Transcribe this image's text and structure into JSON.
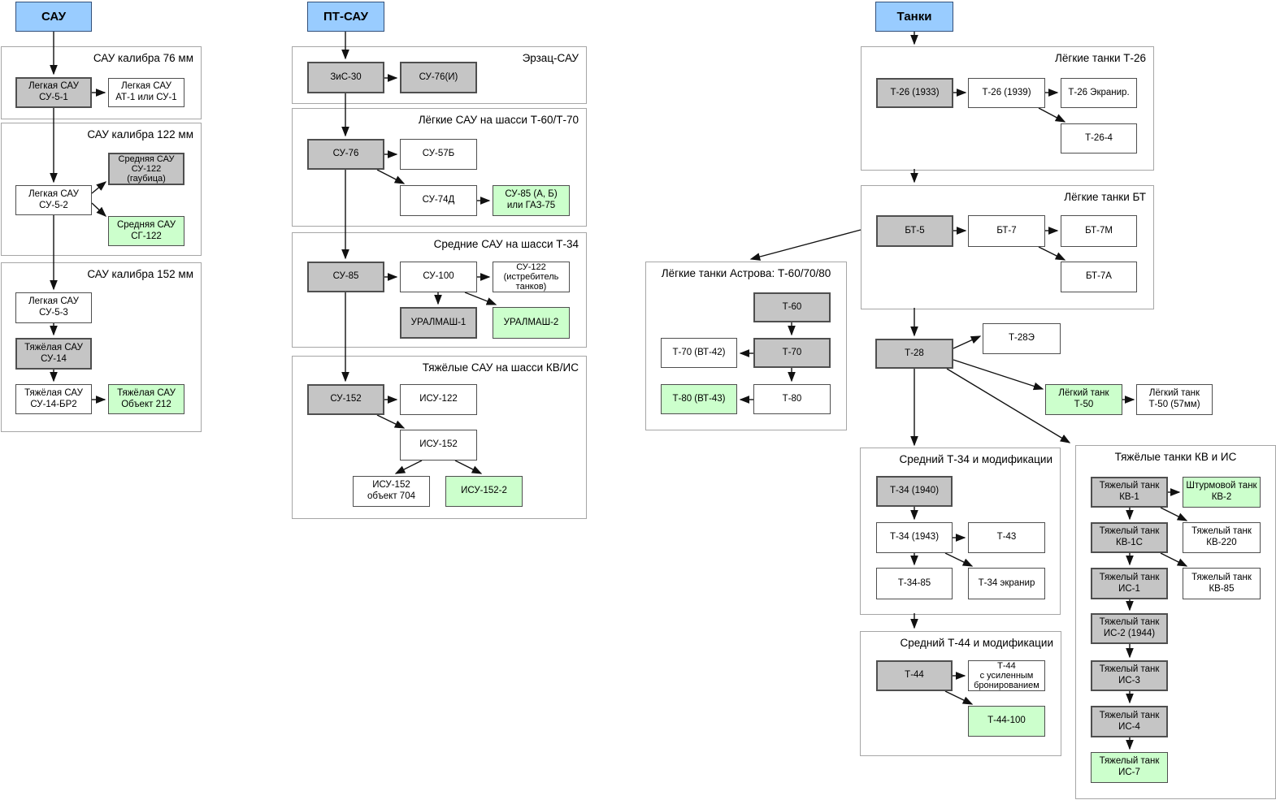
{
  "colors": {
    "header_fill": "#99CCFF",
    "gray_fill": "#C5C5C5",
    "green_fill": "#CCFFCC",
    "white_fill": "#FFFFFF",
    "node_border": "#4F4F4F",
    "group_border": "#A6A6A6",
    "arrow": "#111111"
  },
  "headers": {
    "sau": "САУ",
    "ptsau": "ПТ-САУ",
    "tanks": "Танки"
  },
  "groups": {
    "sau76": {
      "title": "САУ калибра 76 мм"
    },
    "sau122": {
      "title": "САУ калибра 122 мм"
    },
    "sau152": {
      "title": "САУ калибра 152 мм"
    },
    "ersatz": {
      "title": "Эрзац-САУ"
    },
    "lightsau": {
      "title": "Лёгкие САУ на шасси Т-60/Т-70"
    },
    "medsau": {
      "title": "Средние САУ на шасси Т-34"
    },
    "heavysau": {
      "title": "Тяжёлые САУ на шасси КВ/ИС"
    },
    "t26": {
      "title": "Лёгкие танки Т-26"
    },
    "bt": {
      "title": "Лёгкие танки БТ"
    },
    "astrov": {
      "title": "Лёгкие танки Астрова: Т-60/70/80"
    },
    "t34": {
      "title": "Средний Т-34 и модификации"
    },
    "t44": {
      "title": "Средний Т-44 и модификации"
    },
    "kvis": {
      "title": "Тяжёлые танки КВ и ИС"
    }
  },
  "nodes": {
    "su51": {
      "label": "Легкая САУ\nСУ-5-1",
      "type": "gray"
    },
    "at1": {
      "label": "Легкая САУ\nАТ-1 или СУ-1",
      "type": "white"
    },
    "su122g": {
      "label": "Средняя САУ\nСУ-122\n(гаубица)",
      "type": "gray"
    },
    "su52": {
      "label": "Легкая САУ\nСУ-5-2",
      "type": "white"
    },
    "sg122": {
      "label": "Средняя САУ\nСГ-122",
      "type": "green"
    },
    "su53": {
      "label": "Легкая САУ\nСУ-5-3",
      "type": "white"
    },
    "su14": {
      "label": "Тяжёлая САУ\nСУ-14",
      "type": "gray"
    },
    "su14br2": {
      "label": "Тяжёлая САУ\nСУ-14-БР2",
      "type": "white"
    },
    "obj212": {
      "label": "Тяжёлая САУ\nОбъект 212",
      "type": "green"
    },
    "zis30": {
      "label": "ЗиС-30",
      "type": "gray"
    },
    "su76i": {
      "label": "СУ-76(И)",
      "type": "gray"
    },
    "su76": {
      "label": "СУ-76",
      "type": "gray"
    },
    "su57b": {
      "label": "СУ-57Б",
      "type": "white"
    },
    "su74d": {
      "label": "СУ-74Д",
      "type": "white"
    },
    "su85ab": {
      "label": "СУ-85 (А, Б)\nили ГАЗ-75",
      "type": "green"
    },
    "su85": {
      "label": "СУ-85",
      "type": "gray"
    },
    "su100": {
      "label": "СУ-100",
      "type": "white"
    },
    "su122it": {
      "label": "СУ-122\n(истребитель\nтанков)",
      "type": "white"
    },
    "uralmash1": {
      "label": "УРАЛМАШ-1",
      "type": "gray"
    },
    "uralmash2": {
      "label": "УРАЛМАШ-2",
      "type": "green"
    },
    "su152": {
      "label": "СУ-152",
      "type": "gray"
    },
    "isu122": {
      "label": "ИСУ-122",
      "type": "white"
    },
    "isu152": {
      "label": "ИСУ-152",
      "type": "white"
    },
    "isu704": {
      "label": "ИСУ-152\nобъект 704",
      "type": "white"
    },
    "isu1522": {
      "label": "ИСУ-152-2",
      "type": "green"
    },
    "t26_1933": {
      "label": "Т-26 (1933)",
      "type": "gray"
    },
    "t26_1939": {
      "label": "Т-26 (1939)",
      "type": "white"
    },
    "t26_ekr": {
      "label": "Т-26 Экранир.",
      "type": "white"
    },
    "t26_4": {
      "label": "Т-26-4",
      "type": "white"
    },
    "bt5": {
      "label": "БТ-5",
      "type": "gray"
    },
    "bt7": {
      "label": "БТ-7",
      "type": "white"
    },
    "bt7m": {
      "label": "БТ-7М",
      "type": "white"
    },
    "bt7a": {
      "label": "БТ-7А",
      "type": "white"
    },
    "t60": {
      "label": "Т-60",
      "type": "gray"
    },
    "t70bt42": {
      "label": "Т-70 (ВТ-42)",
      "type": "white"
    },
    "t70": {
      "label": "Т-70",
      "type": "gray"
    },
    "t80bt43": {
      "label": "Т-80 (ВТ-43)",
      "type": "green"
    },
    "t80": {
      "label": "Т-80",
      "type": "white"
    },
    "t28": {
      "label": "Т-28",
      "type": "gray"
    },
    "t28e": {
      "label": "Т-28Э",
      "type": "white"
    },
    "t50": {
      "label": "Лёгкий танк\nТ-50",
      "type": "green"
    },
    "t50_57": {
      "label": "Лёгкий танк\nТ-50 (57мм)",
      "type": "white"
    },
    "t34_1940": {
      "label": "Т-34 (1940)",
      "type": "gray"
    },
    "t34_1943": {
      "label": "Т-34 (1943)",
      "type": "white"
    },
    "t43": {
      "label": "Т-43",
      "type": "white"
    },
    "t34_85": {
      "label": "Т-34-85",
      "type": "white"
    },
    "t34_ekr": {
      "label": "Т-34 экранир",
      "type": "white"
    },
    "t44": {
      "label": "Т-44",
      "type": "gray"
    },
    "t44_arm": {
      "label": "Т-44\nс усиленным\nбронированием",
      "type": "white"
    },
    "t44_100": {
      "label": "Т-44-100",
      "type": "green"
    },
    "kv1": {
      "label": "Тяжелый танк\nКВ-1",
      "type": "gray"
    },
    "kv2": {
      "label": "Штурмовой танк\nКВ-2",
      "type": "green"
    },
    "kv1s": {
      "label": "Тяжелый танк\nКВ-1С",
      "type": "gray"
    },
    "kv220": {
      "label": "Тяжелый танк\nКВ-220",
      "type": "white"
    },
    "is1": {
      "label": "Тяжелый танк\nИС-1",
      "type": "gray"
    },
    "kv85": {
      "label": "Тяжелый танк\nКВ-85",
      "type": "white"
    },
    "is2": {
      "label": "Тяжелый танк\nИС-2 (1944)",
      "type": "gray"
    },
    "is3": {
      "label": "Тяжелый танк\nИС-3",
      "type": "gray"
    },
    "is4": {
      "label": "Тяжелый танк\nИС-4",
      "type": "gray"
    },
    "is7": {
      "label": "Тяжелый танк\nИС-7",
      "type": "green"
    }
  }
}
